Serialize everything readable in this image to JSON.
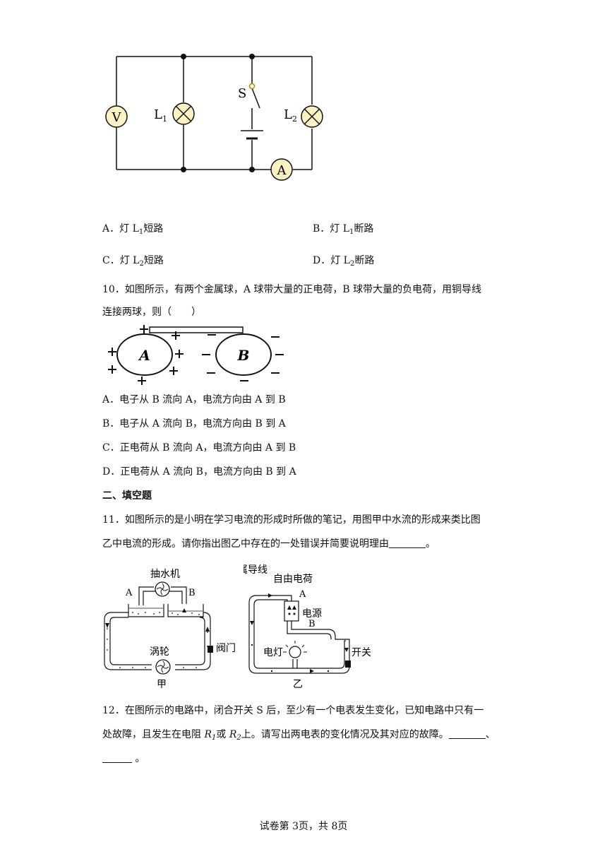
{
  "circuit1": {
    "voltmeter": "V",
    "ammeter": "A",
    "lamp1": "L",
    "lamp1_sub": "1",
    "lamp2": "L",
    "lamp2_sub": "2",
    "switch": "S"
  },
  "q9_options": [
    {
      "letter": "A．",
      "pre": "灯 L",
      "sub": "1",
      "post": "短路"
    },
    {
      "letter": "B．",
      "pre": "灯 L",
      "sub": "1",
      "post": "断路"
    },
    {
      "letter": "C．",
      "pre": "灯 L",
      "sub": "2",
      "post": "短路"
    },
    {
      "letter": "D．",
      "pre": "灯 L",
      "sub": "2",
      "post": "断路"
    }
  ],
  "q10": {
    "line1": "10．如图所示，有两个金属球，A 球带大量的正电荷，B 球带大量的负电荷，用铜导线",
    "line2": "连接两球，则（　　）",
    "ball_a": "A",
    "ball_b": "B",
    "options": [
      "A．电子从 B 流向 A，电流方向由 A 到 B",
      "B．电子从 A 流向 B，电流方向由 B 到 A",
      "C．正电荷从 B 流向 A，电流方向由 A 到 B",
      "D．正电荷从 A 流向 B，电流方向由 B 到 A"
    ]
  },
  "section2": "二、填空题",
  "q11": {
    "line1": "11．如图所示的是小明在学习电流的形成时所做的笔记，用图甲中水流的形成来类比图",
    "line2": "乙中电流的形成。请你指出图乙中存在的一处错误并简要说明理由",
    "line2_end": "。",
    "fig_jia": {
      "pump": "抽水机",
      "a": "A",
      "b": "B",
      "turbine": "涡轮",
      "valve": "阀门",
      "caption": "甲"
    },
    "fig_yi": {
      "wire": "金属导线",
      "charge": "自由电荷",
      "a": "A",
      "b": "B",
      "source": "电源",
      "lamp": "电灯",
      "switch": "开关",
      "caption": "乙"
    }
  },
  "q12": {
    "line1": "12．在图所示的电路中，闭合开关 S 后，至少有一个电表发生变化，已知电路中只有一",
    "line2_a": "处故障，且发生在电阻 ",
    "r1": "R",
    "r1_sub": "1",
    "mid": "或 ",
    "r2": "R",
    "r2_sub": "2",
    "line2_b": "上。请写出两电表的变化情况及其对应的故障。",
    "line2_end": "、",
    "line3_end": " 。"
  },
  "footer": "试卷第 3页，共 8页"
}
